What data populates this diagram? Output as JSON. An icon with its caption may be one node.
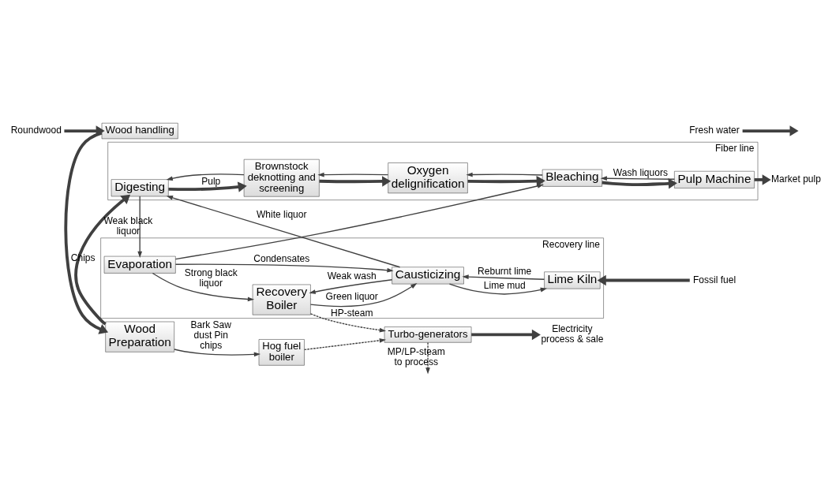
{
  "diagram": {
    "nodes": [
      {
        "text": [
          "Roundwood"
        ]
      },
      {
        "text": [
          "Wood handling"
        ]
      },
      {
        "text": [
          "Wood Preparation"
        ]
      },
      {
        "text": [
          "Hog fuel boiler"
        ]
      },
      {
        "text": [
          "Turbo-generators"
        ]
      },
      {
        "text": [
          "Electricity process & sale"
        ]
      },
      {
        "text": [
          "Fiber line"
        ]
      },
      {
        "text": [
          "Digesting"
        ],
        "in": 6
      },
      {
        "text": [
          "Brownstock deknotting and screening"
        ],
        "in": 6
      },
      {
        "text": [
          "Oxygen delignification"
        ],
        "in": 6
      },
      {
        "text": [
          "Bleaching"
        ],
        "in": 6
      },
      {
        "text": [
          "Pulp Machine"
        ],
        "in": 6
      },
      {
        "text": [
          "Market pulp"
        ]
      },
      {
        "text": [
          "Recovery line"
        ]
      },
      {
        "text": [
          "Evaporation"
        ],
        "in": 13
      },
      {
        "text": [
          "Recovery Boiler"
        ],
        "in": 13
      },
      {
        "text": [
          "Causticizing"
        ],
        "in": 13
      },
      {
        "text": [
          "Lime Kiln"
        ],
        "in": 13
      },
      {
        "text": [
          "Fresh water"
        ]
      },
      {
        "text": [
          "Fossil fuel"
        ]
      }
    ],
    "edges": [
      {
        "from": 0,
        "to": 1,
        "arrow": "to",
        "style": "thick"
      },
      {
        "from": 1,
        "to": 2,
        "arrow": "to",
        "style": "thick"
      },
      {
        "from": 2,
        "to": 3,
        "arrow": "to",
        "label": "Bark Saw dust Pin chips"
      },
      {
        "from": 3,
        "to": 4,
        "arrow": "to",
        "style": "dashed"
      },
      {
        "from": 4,
        "to": 5,
        "arrow": "to",
        "style": "thick"
      },
      {
        "from": 4,
        "to": null,
        "arrow": "to",
        "style": "dashed",
        "label": "MP/LP-steam to process"
      },
      {
        "from": 2,
        "to": 7,
        "arrow": "to",
        "style": "thick",
        "label": "Chips"
      },
      {
        "from": 7,
        "to": 8,
        "arrow": "to",
        "style": "thick",
        "label": "Pulp"
      },
      {
        "from": 8,
        "to": 7,
        "arrow": "to"
      },
      {
        "from": 8,
        "to": 9,
        "arrow": "to",
        "style": "thick"
      },
      {
        "from": 9,
        "to": 8,
        "arrow": "to"
      },
      {
        "from": 9,
        "to": 10,
        "arrow": "to",
        "style": "thick"
      },
      {
        "from": 10,
        "to": 9,
        "arrow": "to"
      },
      {
        "from": 10,
        "to": 11,
        "arrow": "to",
        "style": "thick"
      },
      {
        "from": 11,
        "to": 10,
        "arrow": "to",
        "label": "Wash liquors"
      },
      {
        "from": 11,
        "to": 12,
        "arrow": "to",
        "style": "thick"
      },
      {
        "from": 7,
        "to": 14,
        "arrow": "to",
        "label": "Weak black liquor"
      },
      {
        "from": 16,
        "to": 7,
        "arrow": "to",
        "label": "White liquor"
      },
      {
        "from": 15,
        "to": 4,
        "arrow": "to",
        "style": "dashed",
        "label": "HP-steam"
      },
      {
        "from": 14,
        "to": 15,
        "arrow": "to",
        "label": "Strong black liquor"
      },
      {
        "from": 16,
        "to": 15,
        "arrow": "to",
        "label": "Weak wash"
      },
      {
        "from": 15,
        "to": 16,
        "arrow": "to",
        "label": "Green liquor"
      },
      {
        "from": 17,
        "to": 16,
        "arrow": "to",
        "label": "Reburnt lime"
      },
      {
        "from": 16,
        "to": 17,
        "arrow": "to",
        "label": "Lime mud"
      },
      {
        "from": 14,
        "to": 16,
        "arrow": "to",
        "label": "Condensates"
      },
      {
        "from": 14,
        "to": 10,
        "arrow": "to"
      },
      {
        "from": 18,
        "to": null,
        "arrow": "to",
        "style": "thick"
      },
      {
        "from": 19,
        "to": 17,
        "arrow": "to",
        "style": "thick"
      }
    ]
  }
}
